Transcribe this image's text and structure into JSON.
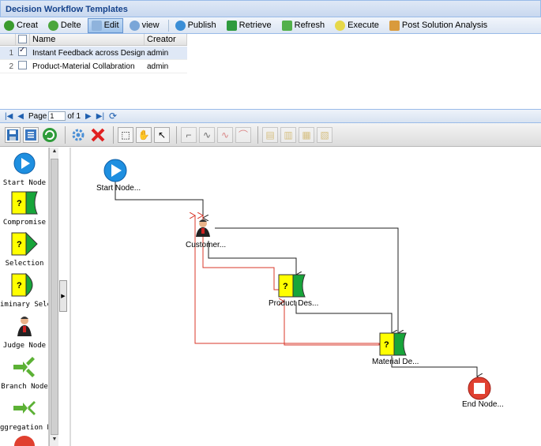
{
  "panel": {
    "title": "Decision Workflow Templates"
  },
  "toolbar": {
    "create": "Creat",
    "delete": "Delte",
    "edit": "Edit",
    "view": "view",
    "publish": "Publish",
    "retrieve": "Retrieve",
    "refresh": "Refresh",
    "execute": "Execute",
    "post_analysis": "Post Solution Analysis"
  },
  "grid": {
    "columns": {
      "name": "Name",
      "creator": "Creator"
    },
    "rows": [
      {
        "num": "1",
        "checked": true,
        "name": "Instant Feedback across Design Work...",
        "creator": "admin"
      },
      {
        "num": "2",
        "checked": false,
        "name": "Product-Material Collabration",
        "creator": "admin"
      }
    ]
  },
  "pager": {
    "page_label": "Page",
    "page_value": "1",
    "of_label": "of 1"
  },
  "palette": {
    "items": [
      {
        "label": "Start Node",
        "icon": "start-node-icon"
      },
      {
        "label": "Compromise",
        "icon": "compromise-node-icon"
      },
      {
        "label": "Selection",
        "icon": "selection-node-icon"
      },
      {
        "label": "iminary Sele",
        "icon": "preliminary-selection-icon"
      },
      {
        "label": "Judge Node",
        "icon": "judge-node-icon"
      },
      {
        "label": "Branch Node",
        "icon": "branch-node-icon"
      },
      {
        "label": "ggregation No",
        "icon": "aggregation-node-icon"
      }
    ]
  },
  "canvas": {
    "nodes": {
      "start": "Start Node...",
      "customer": "Customer...",
      "product": "Product Des...",
      "material": "Material De...",
      "end": "End Node..."
    }
  },
  "colors": {
    "accent": "#15428b",
    "link_black": "#222222",
    "link_red": "#d9372a",
    "node_green": "#17a53a",
    "node_yellow": "#ffff00"
  }
}
